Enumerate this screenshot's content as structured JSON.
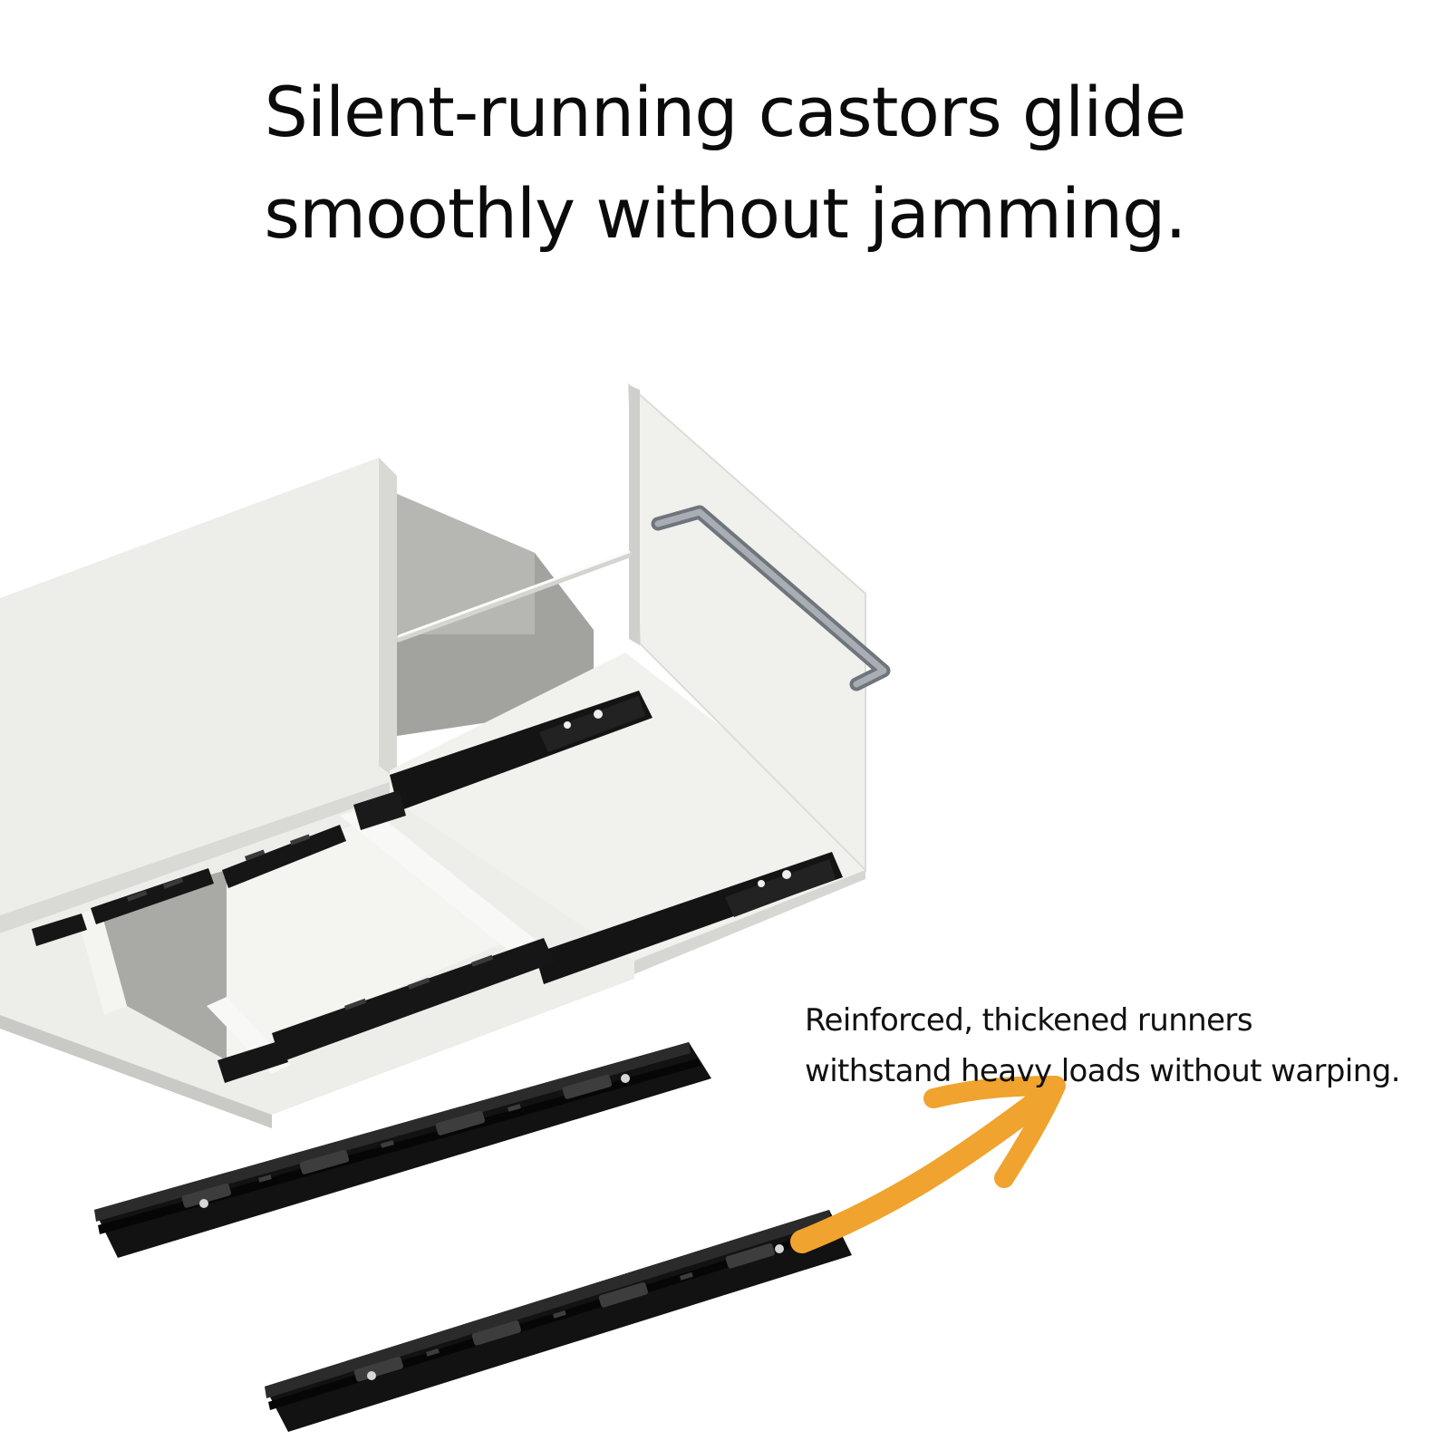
{
  "headline": {
    "line1": "Silent-running castors glide",
    "line2": "smoothly without jamming."
  },
  "caption": {
    "line1": "Reinforced, thickened runners",
    "line2": "withstand heavy loads without warping."
  },
  "colors": {
    "background": "#ffffff",
    "text": "#0b0b0b",
    "cabinet_white": "#f2f2ef",
    "cabinet_shade": "#c9c9c6",
    "cabinet_inner": "#9e9e9b",
    "runner_black": "#141414",
    "arrow_orange": "#f0a32e",
    "handle_grey": "#8a9097"
  },
  "illustration": {
    "subject": "drawer cabinet with extended drawer and two loose ball-bearing runners",
    "arrow_icon": "curved-arrow-icon"
  }
}
